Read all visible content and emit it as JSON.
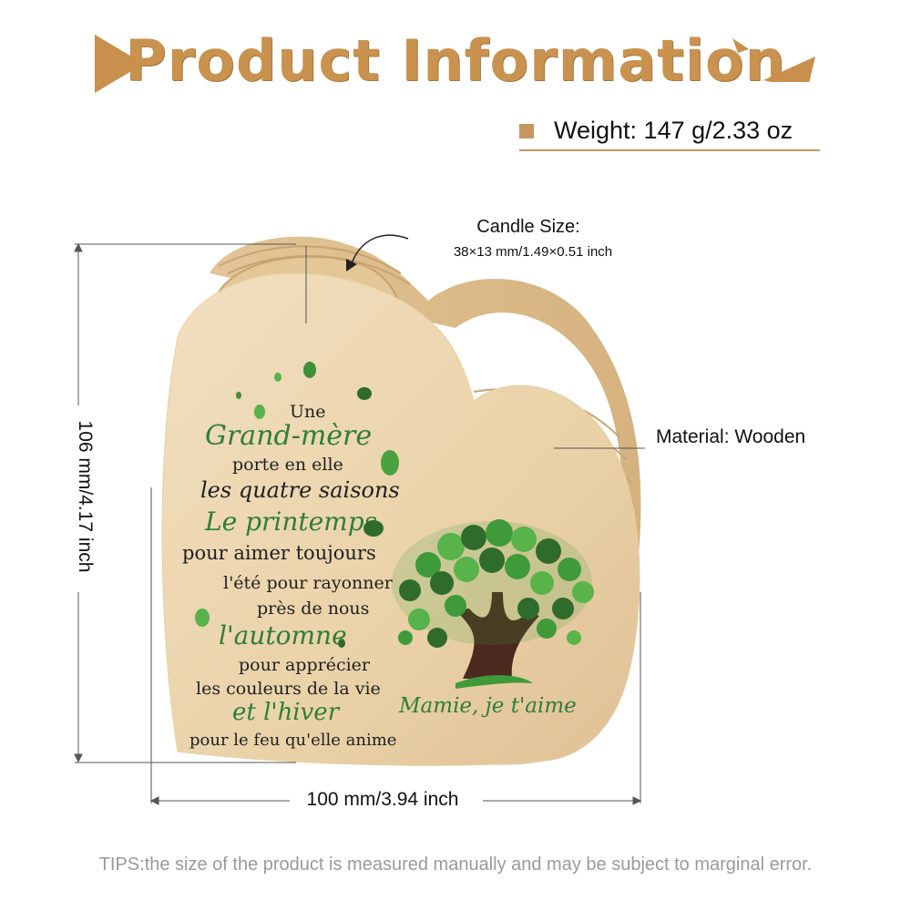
{
  "title": "Product Information",
  "weight": "Weight: 147 g/2.33 oz",
  "candle": {
    "label": "Candle Size:",
    "dimensions": "38×13 mm/1.49×0.51 inch"
  },
  "material": "Material: Wooden",
  "dimensions": {
    "height": "106 mm/4.17 inch",
    "width": "100 mm/3.94 inch"
  },
  "poem": {
    "lines": [
      "Une",
      "Grand-mère",
      "porte en elle",
      "les quatre saisons",
      "Le printemps",
      "pour aimer toujours",
      "l'été pour rayonner",
      "près de nous",
      "l'automne",
      "pour apprécier",
      "les couleurs de la vie",
      "et l'hiver",
      "pour le feu qu'elle anime"
    ],
    "signature": "Mamie, je t'aime"
  },
  "tips": "TIPS:the size of the product is measured manually and may be subject to marginal error.",
  "colors": {
    "accent": "#c9924f",
    "wood": "#e9d3ad",
    "leaf_green": "#3f9a3a",
    "script_green": "#2f7d3a",
    "trunk": "#4a2a1f"
  }
}
